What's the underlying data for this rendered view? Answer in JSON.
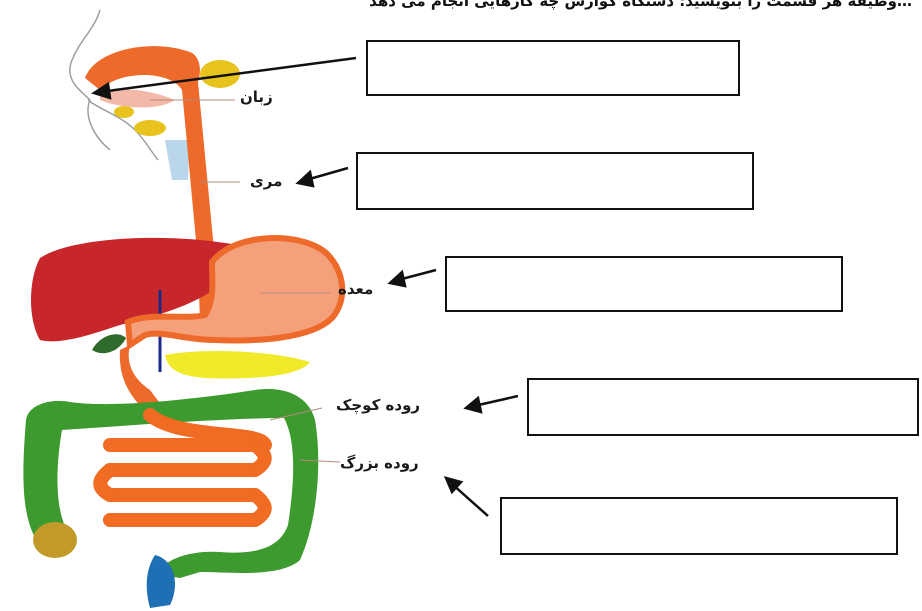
{
  "header_text": "…وظیفه هر قسمت را بنویسید: دستگاه گوارش چه کارهایی انجام می دهد",
  "labels": {
    "tongue": "زبان",
    "esophagus": "مری",
    "stomach": "معده",
    "small_intestine": "روده کوچک",
    "large_intestine": "روده بزرگ"
  },
  "answer_boxes": {
    "tongue": "",
    "esophagus": "",
    "stomach": "",
    "small_intestine": "",
    "large_intestine": ""
  },
  "colors": {
    "esophagus": "#ee6a2a",
    "liver": "#c7262a",
    "stomach": "#f4a07a",
    "small_intestine": "#f26b22",
    "large_intestine": "#3d9a2f",
    "pancreas": "#f0ea2b",
    "gallbladder": "#2f6b2c",
    "rectum": "#1f6fb5"
  }
}
